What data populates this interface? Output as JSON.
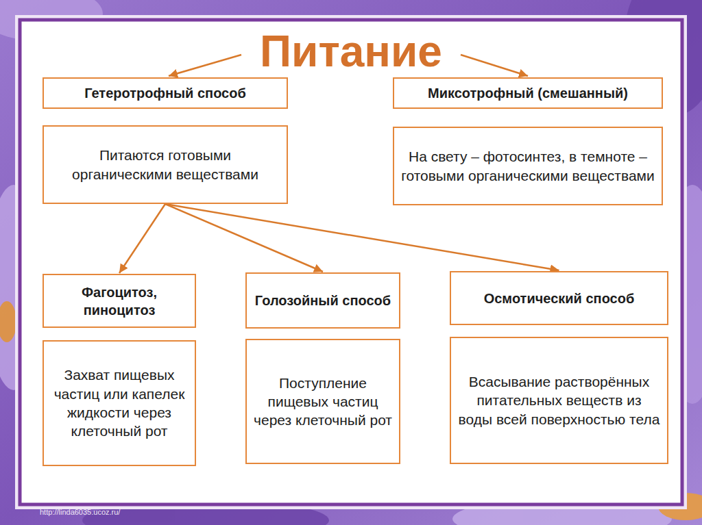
{
  "diagram": {
    "title": "Питание",
    "nodes": [
      {
        "text": [
          "Гетеротрофный способ"
        ]
      },
      {
        "text": [
          "Питаются готовыми органическими веществами"
        ]
      },
      {
        "text": [
          "Миксотрофный (смешанный)"
        ]
      },
      {
        "text": [
          "На свету – фотосинтез, в темноте – готовыми органическими веществами"
        ]
      },
      {
        "text": [
          "Фагоцитоз, пиноцитоз"
        ]
      },
      {
        "text": [
          "Захват пищевых частиц или капелек жидкости через клеточный рот"
        ]
      },
      {
        "text": [
          "Голозойный способ"
        ]
      },
      {
        "text": [
          "Поступление пищевых частиц через клеточный рот"
        ]
      },
      {
        "text": [
          "Осмотический способ"
        ]
      },
      {
        "text": [
          "Всасывание растворённых питательных веществ из воды всей поверхностью тела"
        ]
      }
    ],
    "edges": [
      {
        "from": 1,
        "to": 4,
        "arrow": "to"
      },
      {
        "from": 1,
        "to": 6,
        "arrow": "to"
      },
      {
        "from": 1,
        "to": 8,
        "arrow": "to"
      }
    ],
    "labels": [
      "http://linda6035.ucoz.ru/"
    ]
  }
}
